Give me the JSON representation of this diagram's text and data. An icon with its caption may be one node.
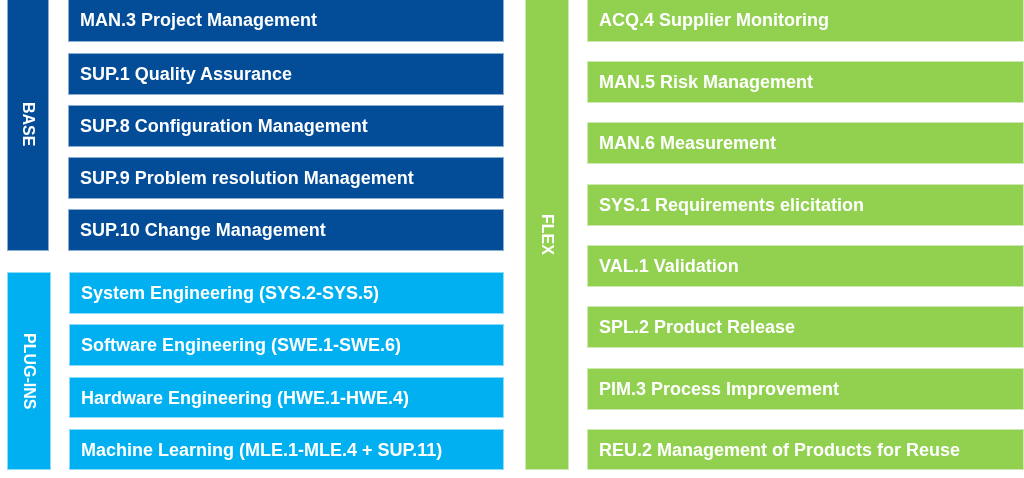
{
  "diagram": {
    "nodes": [
      {
        "text": [
          "BASE"
        ]
      },
      {
        "text": [
          "MAN.3 Project Management"
        ]
      },
      {
        "text": [
          "SUP.1 Quality Assurance"
        ]
      },
      {
        "text": [
          "SUP.8 Configuration Management"
        ]
      },
      {
        "text": [
          "SUP.9 Problem resolution Management"
        ]
      },
      {
        "text": [
          "SUP.10 Change Management"
        ]
      },
      {
        "text": [
          "PLUG-INS"
        ]
      },
      {
        "text": [
          "System Engineering (SYS.2-SYS.5)"
        ]
      },
      {
        "text": [
          "Software Engineering (SWE.1-SWE.6)"
        ]
      },
      {
        "text": [
          "Hardware Engineering (HWE.1-HWE.4)"
        ]
      },
      {
        "text": [
          "Machine Learning (MLE.1-MLE.4 + SUP.11)"
        ]
      },
      {
        "text": [
          "FLEX"
        ]
      },
      {
        "text": [
          "ACQ.4 Supplier Monitoring"
        ]
      },
      {
        "text": [
          "MAN.5 Risk Management"
        ]
      },
      {
        "text": [
          "MAN.6 Measurement"
        ]
      },
      {
        "text": [
          "SYS.1 Requirements elicitation"
        ]
      },
      {
        "text": [
          "VAL.1 Validation"
        ]
      },
      {
        "text": [
          "SPL.2 Product Release"
        ]
      },
      {
        "text": [
          "PIM.3 Process Improvement"
        ]
      },
      {
        "text": [
          "REU.2 Management of Products for Reuse"
        ]
      }
    ],
    "edges": []
  }
}
